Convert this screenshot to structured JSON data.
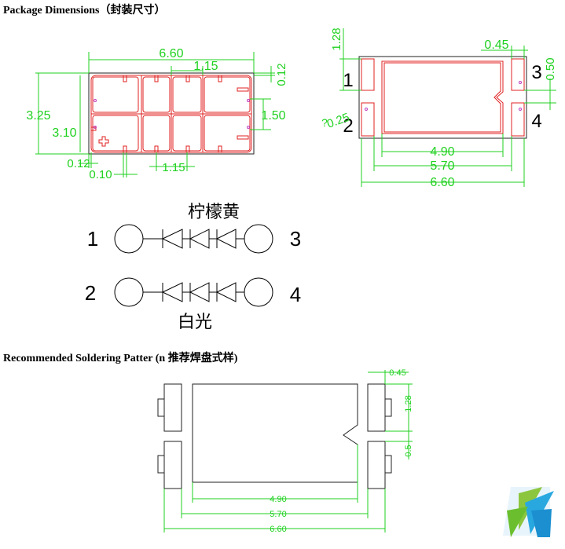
{
  "headings": {
    "package": "Package Dimensions（封装尺寸）",
    "soldering": "Recommended Soldering Patter (n 推荐焊盘式样)"
  },
  "top_view": {
    "dims": [
      "6.60",
      "1.15",
      "0.12",
      "3.25",
      "3.10",
      "1.50",
      "0.12",
      "0.10",
      "1.15"
    ]
  },
  "side_view": {
    "dims": [
      "1.28",
      "0.45",
      "0.50",
      "0.25",
      "4.90",
      "5.70",
      "6.60"
    ],
    "pins": [
      "1",
      "2",
      "3",
      "4"
    ],
    "question_mark": "?"
  },
  "schematic": {
    "upper_label": "柠檬黄",
    "lower_label": "白光",
    "pins": [
      "1",
      "3",
      "2",
      "4"
    ]
  },
  "solder_pattern": {
    "dims": [
      "0.45",
      "1.28",
      "0.5",
      "4.90",
      "5.70",
      "6.60"
    ]
  },
  "colors": {
    "dimension": "#1fd11f",
    "outline": "#e02020",
    "line": "#222222"
  },
  "logo_icon": "company-logo"
}
